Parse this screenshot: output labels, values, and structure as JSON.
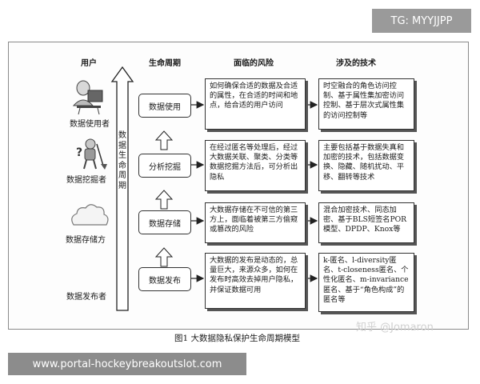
{
  "headers": {
    "users": "用户",
    "lifecycle": "生命周期",
    "risks": "面临的风险",
    "techniques": "涉及的技术"
  },
  "actors": [
    {
      "label": "数据使用者",
      "icon": "person-at-computer-icon"
    },
    {
      "label": "数据挖掘者",
      "icon": "person-with-shovel-icon"
    },
    {
      "label": "数据存储方",
      "icon": "cloud-icon"
    },
    {
      "label": "数据发布者",
      "icon": ""
    }
  ],
  "lifecycle_axis_label": "数据生命周期",
  "stages": [
    {
      "name": "数据使用",
      "risk": "如何确保合适的数据及合适的属性，在合适的时间和地点，给合适的用户访问",
      "tech": "时空融合的角色访问控制、基于属性集加密访问控制、基于层次式属性集的访问控制等"
    },
    {
      "name": "分析挖掘",
      "risk": "在经过匿名等处理后，经过大数据关联、聚类、分类等数据挖掘方法后，可分析出隐私",
      "tech": "主要包括基于数据失真和加密的技术，包括数据变换、隐藏、随机扰动、平移、翻转等技术"
    },
    {
      "name": "数据存储",
      "risk": "大数据存储在不可信的第三方上，面临着被第三方偷窥或篡改的风险",
      "tech": "混合加密技术、同态加密、基于BLS短签名POR模型、DPDP、Knox等"
    },
    {
      "name": "数据发布",
      "risk": "大数据的发布是动态的，总量巨大，来源众多，如何在发布时高效去掉用户隐私，并保证数据可用",
      "tech": "k-匿名、l-diversity匿名、t-closeness匿名、个性化匿名、m-invariance匿名、基于“角色构成”的匿名等"
    }
  ],
  "caption": "图1   大数据隐私保护生命周期模型",
  "watermark_tag": "TG: MYYJJPP",
  "watermark_zhihu": "知乎 @Jomaron",
  "watermark_url": "www.portal-hockeybreakoutslot.com"
}
